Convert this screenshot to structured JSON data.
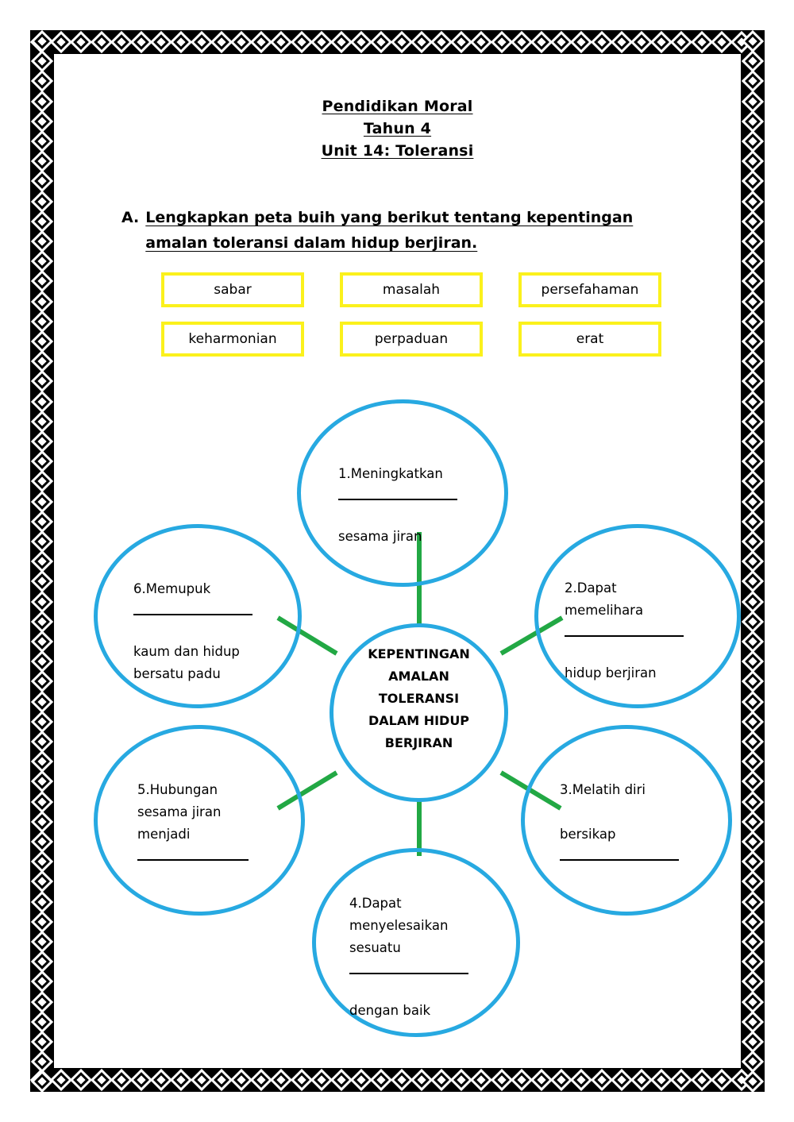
{
  "document": {
    "title_lines": [
      "Pendidikan Moral",
      "Tahun 4",
      "Unit 14: Toleransi"
    ]
  },
  "instruction": {
    "letter": "A.",
    "text": "Lengkapkan peta buih yang berikut tentang kepentingan amalan toleransi dalam hidup berjiran."
  },
  "word_bank": {
    "rows": [
      [
        "sabar",
        "masalah",
        "persefahaman"
      ],
      [
        "keharmonian",
        "perpaduan",
        "erat"
      ]
    ]
  },
  "bubble_map": {
    "center": "KEPENTINGAN\nAMALAN\nTOLERANSI\nDALAM HIDUP\nBERJIRAN",
    "bubbles": [
      {
        "number": "1",
        "before": "1.Meningkatkan",
        "after": "sesama jiran"
      },
      {
        "number": "2",
        "before": "2.Dapat\nmemelihara",
        "after": "hidup berjiran"
      },
      {
        "number": "3",
        "before": "3.Melatih  diri\n\nbersikap",
        "after": ""
      },
      {
        "number": "4",
        "before": "4.Dapat\nmenyelesaikan\nsesuatu",
        "after": "dengan baik"
      },
      {
        "number": "5",
        "before": "5.Hubungan\nsesama jiran\nmenjadi",
        "after": ""
      },
      {
        "number": "6",
        "before": "6.Memupuk",
        "after": "kaum dan hidup\nbersatu padu"
      }
    ]
  },
  "colors": {
    "bubble_stroke": "#27a9e1",
    "connector": "#22a844",
    "wordbank_border": "#fbf11c",
    "border_frame": "#000000"
  }
}
